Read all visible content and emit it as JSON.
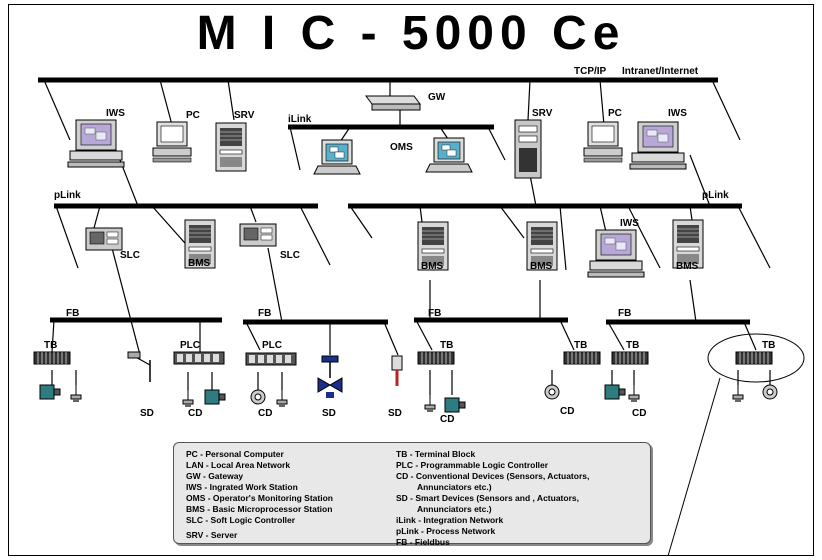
{
  "title": "M I C - 5000 Ce",
  "labels": {
    "tcpip": "TCP/IP",
    "intranet": "Intranet/Internet",
    "gw": "GW",
    "ilink": "iLink",
    "oms": "OMS",
    "iws_left": "IWS",
    "pc_left": "PC",
    "srv_left": "SRV",
    "srv_right": "SRV",
    "pc_right": "PC",
    "iws_right": "IWS",
    "plink_left": "pLink",
    "plink_right": "pLink",
    "slc1": "SLC",
    "slc2": "SLC",
    "bms1": "BMS",
    "bms2": "BMS",
    "bms3": "BMS",
    "bms4": "BMS",
    "iws_mid": "IWS",
    "fb1": "FB",
    "fb2": "FB",
    "fb3": "FB",
    "fb4": "FB",
    "tb1": "TB",
    "tb2": "TB",
    "tb3": "TB",
    "tb4": "TB",
    "tb5": "TB",
    "plc1": "PLC",
    "plc2": "PLC",
    "sd1": "SD",
    "sd2": "SD",
    "sd3": "SD",
    "cd1": "CD",
    "cd2": "CD",
    "cd3": "CD",
    "cd4": "CD",
    "cd5": "CD"
  },
  "legend": {
    "left": [
      "PC - Personal Computer",
      "LAN - Local Area Network",
      "GW - Gateway",
      "IWS - Ingrated Work Station",
      "OMS - Operator's Monitoring Station",
      "BMS - Basic Microprocessor Station",
      "SLC - Soft Logic Controller",
      "SRV - Server"
    ],
    "right": [
      "TB - Terminal Block",
      "PLC - Programmable Logic Controller",
      "CD - Conventional Devices (Sensors, Actuators,",
      "         Annunciators etc.)",
      "SD - Smart Devices (Sensors and , Actuators,",
      "         Annunciators etc.)",
      "iLink - Integration Network",
      "pLink - Process Network",
      "FB - Fieldbus"
    ]
  }
}
